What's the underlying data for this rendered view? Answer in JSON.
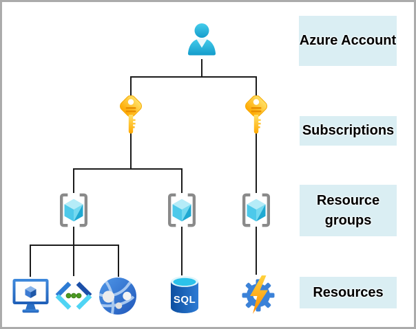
{
  "title": "Azure account hierarchy diagram",
  "labels": [
    {
      "id": "azure-account",
      "text": "Azure Account"
    },
    {
      "id": "subscriptions",
      "text": "Subscriptions"
    },
    {
      "id": "resource-groups",
      "text": "Resource groups"
    },
    {
      "id": "resources",
      "text": "Resources"
    }
  ],
  "sql_icon": {
    "text": "SQL"
  },
  "icons": {
    "account": [
      "user-icon"
    ],
    "subscriptions": [
      "key-icon",
      "key-icon"
    ],
    "resource_groups": [
      "resource-group-icon",
      "resource-group-icon",
      "resource-group-icon"
    ],
    "resources": [
      "virtual-machine-icon",
      "code-app-icon",
      "app-service-globe-icon",
      "sql-database-icon",
      "function-app-gear-icon"
    ]
  },
  "hierarchy": {
    "account_children": 2,
    "subscription_1_resource_groups": 2,
    "subscription_2_resource_groups": 1,
    "resource_group_1_resources": 3,
    "resource_group_2_resources": 1,
    "resource_group_3_resources": 1
  },
  "colors": {
    "label_bg": "#daeef3",
    "connector_line": "#1a1a1a",
    "outer_border": "#ababab",
    "person_cyan": "#2bb8dd",
    "key_gold": "#ffb300",
    "bracket_gray": "#8a8a8a",
    "cube_cyan": "#4dc9ea",
    "azure_blue": "#2e78cf",
    "dot_green": "#4a9a22",
    "sql_blue": "#1663be",
    "bolt_orange": "#ffb900"
  }
}
